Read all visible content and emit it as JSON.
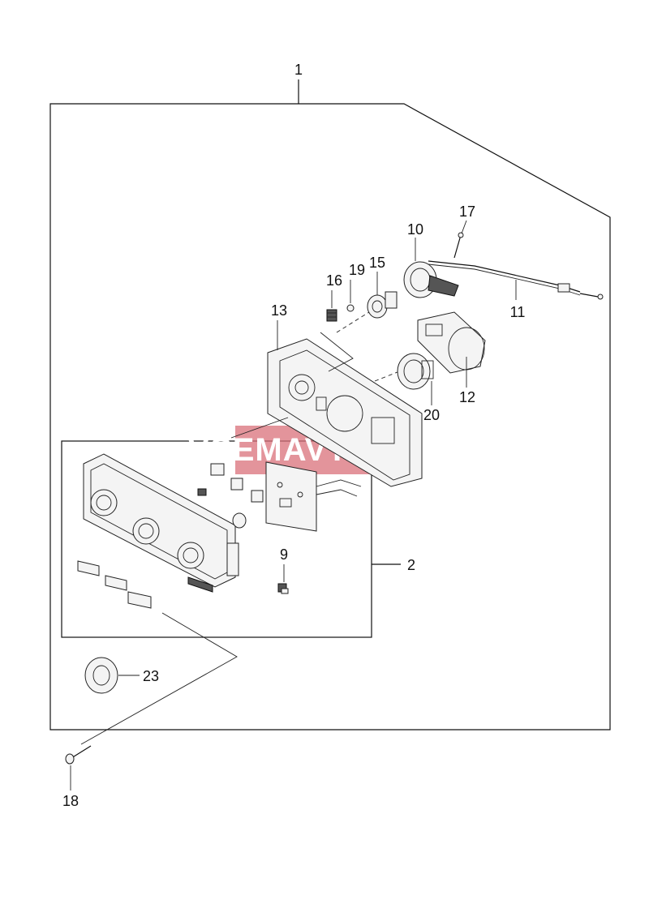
{
  "colors": {
    "line": "#111111",
    "watermark": "#d9707a"
  },
  "watermark": {
    "text": "VSEMAVTO.COM"
  },
  "labels": {
    "p1": "1",
    "p2": "2",
    "p9": "9",
    "p10": "10",
    "p11": "11",
    "p12": "12",
    "p13": "13",
    "p15": "15",
    "p16": "16",
    "p17": "17",
    "p18": "18",
    "p19": "19",
    "p20": "20",
    "p23": "23"
  }
}
